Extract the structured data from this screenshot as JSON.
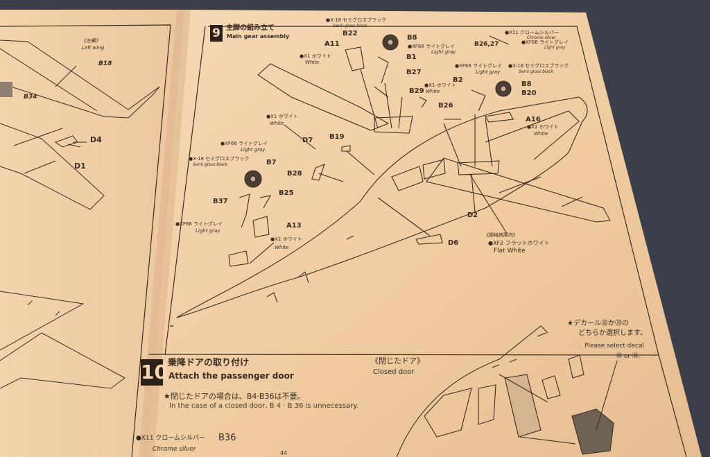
{
  "left_page": {
    "wing_label_jp": "《左翼》",
    "wing_label_en": "Left wing",
    "parts": [
      "B18",
      "B34",
      "D4",
      "D1"
    ]
  },
  "step9": {
    "number": "9",
    "title_jp": "主脚の組み立て",
    "title_en": "Main gear assembly",
    "parts": {
      "b22": "B22",
      "a11": "A11",
      "b8_top": "B8",
      "b1": "B1",
      "b27": "B27",
      "b29": "B29",
      "b2627": "B26,27",
      "b2": "B2",
      "b8_right": "B8",
      "b20": "B20",
      "b26": "B26",
      "a16": "A16",
      "d7": "D7",
      "b19": "B19",
      "b7": "B7",
      "b28": "B28",
      "b25": "B25",
      "b37": "B37",
      "a13": "A13",
      "d2": "D2",
      "d6": "D6"
    },
    "callouts": {
      "x18_top_jp": "●X-18 セミグロスブラック",
      "x18_top_en": "Semi gloss black",
      "x1_a11_jp": "●X1 ホワイト",
      "x1_a11_en": "White",
      "xf66_b1_jp": "●XF66 ライトグレイ",
      "xf66_b1_en": "Light gray",
      "x1_b29_jp": "●X1 ホワイト",
      "x1_b29_en": "White",
      "x11_tr_jp": "●X11 クロームシルバー",
      "x11_tr_en": "Chrome silver",
      "xf66_tr_jp": "●XF66 ライトグレイ",
      "xf66_tr_en": "Light gray",
      "xf66_b2_jp": "●XF66 ライトグレイ",
      "xf66_b2_en": "Light gray",
      "x18_b8_jp": "●X-18 セミグロスブラック",
      "x18_b8_en": "Semi gloss black",
      "x1_d7_jp": "●X1 ホワイト",
      "x1_d7_en": "White",
      "x1_a16_jp": "●X1 ホワイト",
      "x1_a16_en": "White",
      "xf66_b7_jp": "●XF66 ライトグレイ",
      "xf66_b7_en": "Light gray",
      "x18_b7_jp": "●X-18 セミグロスブラック",
      "x18_b7_en": "Semi gloss black",
      "xf66_b37_jp": "●XF66 ライトグレイ",
      "xf66_b37_en": "Light gray",
      "x1_a13_jp": "●X1 ホワイト",
      "x1_a13_en": "White",
      "bay_jp": "《脚格納庫内》",
      "xf2_jp": "●XF2 フラットホワイト",
      "xf2_en": "Flat White"
    }
  },
  "step10": {
    "number": "10",
    "title_jp": "乗降ドアの取り付け",
    "title_en": "Attach the passenger door",
    "closed_door_jp": "《閉じたドア》",
    "closed_door_en": "Closed door",
    "note_jp": "★閉じたドアの場合は、B4·B36は不要。",
    "note_en": "In the case of a closed door, B 4 · B 36 is unnecessary.",
    "decal_jp_1": "★デカール㉜か㉝の",
    "decal_jp_2": "どちらか選択します。",
    "decal_en_1": "Please select decal",
    "decal_en_2": "㉜ or ㉝.",
    "x11_jp": "●X11 クロームシルバー",
    "x11_en": "Chrome silver",
    "b36": "B36",
    "page_number": "44"
  },
  "colors": {
    "background": "#3a3f49",
    "paper": "#f2cfa6",
    "ink": "#3a2c20"
  }
}
